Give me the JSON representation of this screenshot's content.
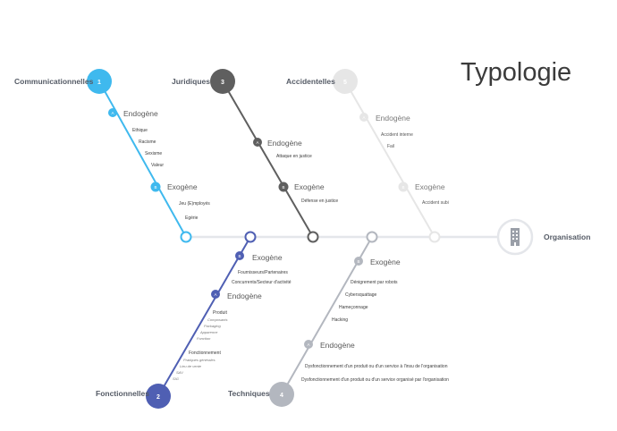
{
  "title": "Typologie",
  "organisation": "Organisation",
  "colors": {
    "communicationnelles": "#3fb9ee",
    "juridiques": "#5f5f5f",
    "accidentelles": "#e6e6e6",
    "fonctionnelles": "#4f5fb3",
    "techniques": "#b3b7bf",
    "spine": "#e4e6ea"
  },
  "categories": {
    "communicationnelles": {
      "label": "Communicationnelles",
      "number": "1",
      "endogene": {
        "letter": "A",
        "label": "Endogène",
        "items": [
          "Ethique",
          "Racisme",
          "Sexisme",
          "Valeur"
        ]
      },
      "exogene": {
        "letter": "B",
        "label": "Exogène",
        "items": [
          "Jeu (E)mployés",
          "Egérie"
        ]
      }
    },
    "juridiques": {
      "label": "Juridiques",
      "number": "3",
      "endogene": {
        "letter": "A",
        "label": "Endogène",
        "items": [
          "Attaque en justice"
        ]
      },
      "exogene": {
        "letter": "B",
        "label": "Exogène",
        "items": [
          "Défense en justice"
        ]
      }
    },
    "accidentelles": {
      "label": "Accidentelles",
      "number": "5",
      "endogene": {
        "letter": "A",
        "label": "Endogène",
        "items": [
          "Accident interne",
          "Fail"
        ]
      },
      "exogene": {
        "letter": "B",
        "label": "Exogène",
        "items": [
          "Accident subi"
        ]
      }
    },
    "fonctionnelles": {
      "label": "Fonctionnelles",
      "number": "2",
      "exogene": {
        "letter": "B",
        "label": "Exogène",
        "items": [
          "Fournisseurs/Partenaires",
          "Concurrents/Secteur d'activité"
        ]
      },
      "endogene": {
        "letter": "A",
        "label": "Endogène",
        "produit": {
          "label": "Produit",
          "items": [
            "Composants",
            "Packaging",
            "Apparence",
            "Fonction"
          ]
        },
        "fonctionnement": {
          "label": "Fonctionnement",
          "items": [
            "Pratiques générales",
            "Lieu de vente",
            "SAV",
            "SIG"
          ]
        }
      }
    },
    "techniques": {
      "label": "Techniques",
      "number": "4",
      "exogene": {
        "letter": "B",
        "label": "Exogène",
        "items": [
          "Dénigrement par robots",
          "Cybersquattage",
          "Hameçonnage",
          "Hacking"
        ]
      },
      "endogene": {
        "letter": "A",
        "label": "Endogène",
        "items": [
          "Dysfonctionnement d'un produit ou d'un service à l'insu de l'organisation",
          "Dysfonctionnement d'un produit ou d'un service organisé par l'organisation"
        ]
      }
    }
  }
}
